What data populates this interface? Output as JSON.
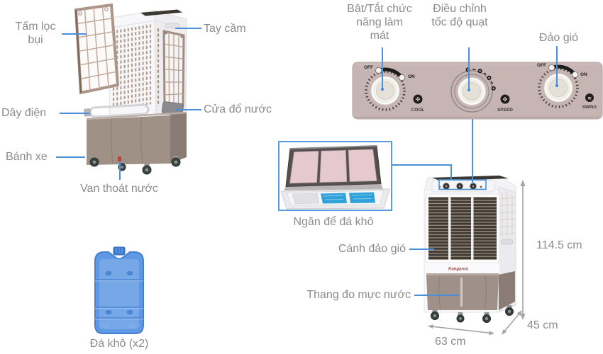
{
  "colors": {
    "leader_blue": "#4a90d8",
    "label_gray": "#8b8b8b",
    "panel_bg": "#c6b5b3",
    "tank_taupe": "#9f9089",
    "ice_blue": "#5d97e3"
  },
  "left_unit": {
    "callouts": {
      "filter": "Tấm lọc bụi",
      "handle": "Tay cầm",
      "cord": "Dây điện",
      "water_door": "Cửa đổ nước",
      "wheels": "Bánh xe",
      "drain_valve": "Van thoát nước"
    }
  },
  "control_panel": {
    "callouts": {
      "cool": "Bật/Tắt chức năng làm mát",
      "speed": "Điều chỉnh tốc độ quạt",
      "swing": "Đảo gió"
    },
    "knobs": [
      {
        "caption": "COOL",
        "off": "OFF",
        "on": "ON"
      },
      {
        "caption": "SPEED"
      },
      {
        "caption": "SWING",
        "off": "OFF",
        "on": "ON"
      }
    ],
    "icons": {
      "fan": "✣",
      "swing": "≋"
    }
  },
  "compartment": {
    "caption": "Ngăn để đá khô"
  },
  "front_unit": {
    "brand": "Kangaroo",
    "callouts": {
      "louver": "Cánh đảo gió",
      "water_gauge": "Thang đo mực nước"
    },
    "dimensions": {
      "height": "114.5 cm",
      "width": "63 cm",
      "depth": "45 cm"
    }
  },
  "ice_pack": {
    "caption": "Đá khô (x2)"
  }
}
